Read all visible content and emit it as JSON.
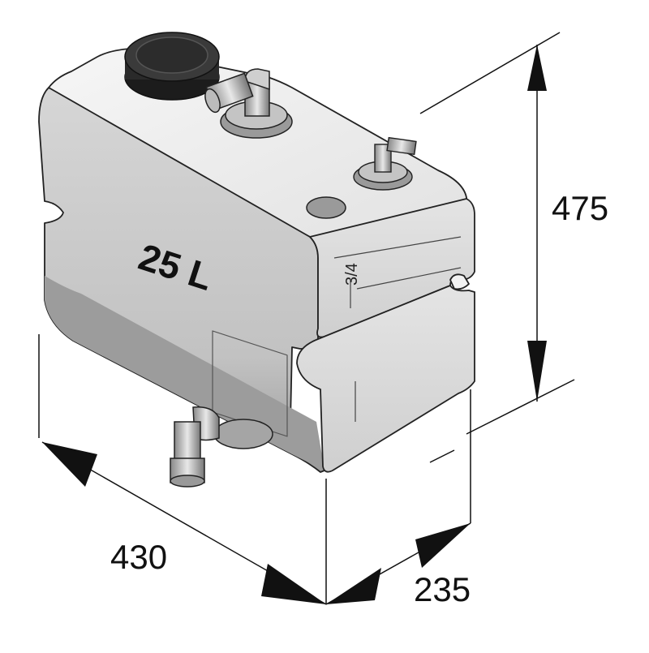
{
  "drawing": {
    "volume_label": "25 L",
    "gauge_mark": "3/4",
    "dimensions": {
      "height": "475",
      "length": "430",
      "depth": "235"
    },
    "colors": {
      "tank_top": "#eeeeee",
      "tank_side": "#c9c9c9",
      "tank_front": "#d7d7d7",
      "tank_shadow": "#8f8f8f",
      "outline": "#222222",
      "cap": "#2a2a2a",
      "fitting": "#b0b0b0"
    }
  }
}
